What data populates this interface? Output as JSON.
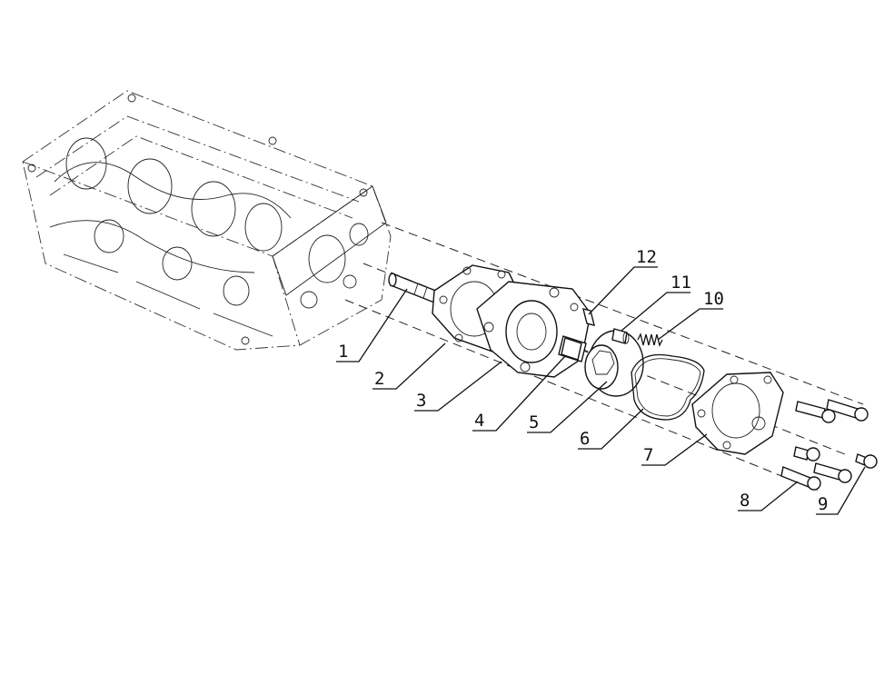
{
  "colors": {
    "line": "#111111",
    "background": "#ffffff"
  },
  "callouts": [
    {
      "id": "1",
      "label": "1"
    },
    {
      "id": "2",
      "label": "2"
    },
    {
      "id": "3",
      "label": "3"
    },
    {
      "id": "4",
      "label": "4"
    },
    {
      "id": "5",
      "label": "5"
    },
    {
      "id": "6",
      "label": "6"
    },
    {
      "id": "7",
      "label": "7"
    },
    {
      "id": "8",
      "label": "8"
    },
    {
      "id": "9",
      "label": "9"
    },
    {
      "id": "10",
      "label": "10"
    },
    {
      "id": "11",
      "label": "11"
    },
    {
      "id": "12",
      "label": "12"
    }
  ]
}
